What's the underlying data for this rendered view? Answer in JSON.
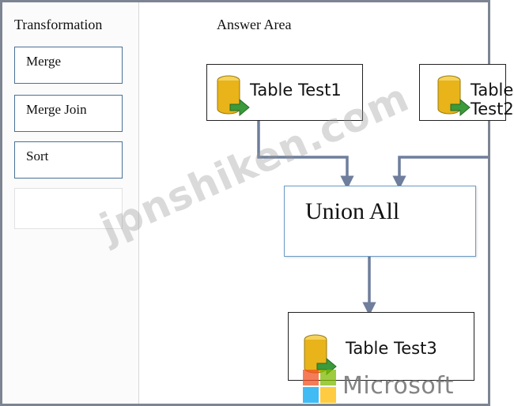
{
  "left_panel": {
    "heading": "Transformation",
    "options": [
      "Merge",
      "Merge Join",
      "Sort",
      ""
    ]
  },
  "answer_area": {
    "heading": "Answer Area",
    "sources": [
      {
        "label": "Table Test1"
      },
      {
        "label": "Table Test2"
      }
    ],
    "union": {
      "label": "Union All"
    },
    "destination": {
      "label": "Table Test3"
    }
  },
  "icons": {
    "database": "database-table-icon",
    "arrow": "green-arrow-icon"
  },
  "watermark": {
    "text": "jpnshiken.com"
  },
  "logo": {
    "text": "Microsoft"
  },
  "colors": {
    "option_border": "#4a7295",
    "union_border": "#6b9bc7",
    "connector": "#6e7e9c",
    "database": "#e8b41a",
    "green_arrow": "#3b9a3b"
  }
}
